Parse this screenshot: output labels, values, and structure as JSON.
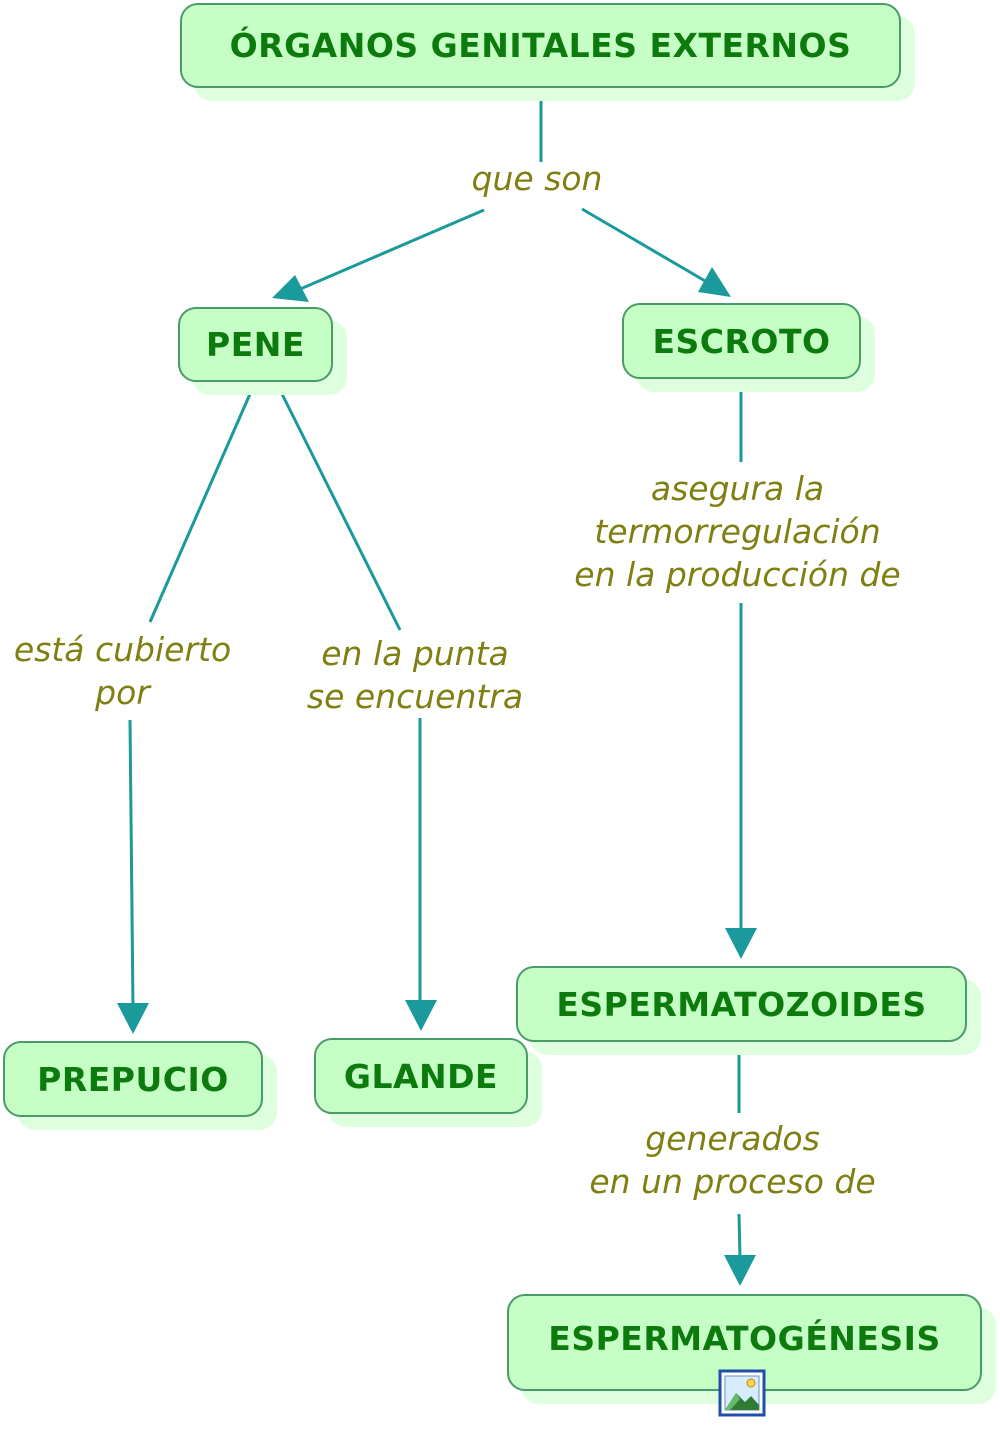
{
  "nodes": {
    "root": "ÓRGANOS GENITALES EXTERNOS",
    "pene": "PENE",
    "escroto": "ESCROTO",
    "prepucio": "PREPUCIO",
    "glande": "GLANDE",
    "espermatozoides": "ESPERMATOZOIDES",
    "espermatogenesis": "ESPERMATOGÉNESIS"
  },
  "phrases": {
    "que_son": "que son",
    "cubierto": "está cubierto\npor",
    "punta": "en la punta\nse encuentra",
    "asegura": "asegura la\ntermorregulación\nen la producción de",
    "generados": "generados\nen un proceso de"
  },
  "icons": {
    "image_attachment": "image-icon"
  },
  "colors": {
    "node_fill": "#c6ffc6",
    "node_text": "#0c7a0c",
    "link_line": "#1a9a9a",
    "phrase_text": "#7f7f12"
  }
}
